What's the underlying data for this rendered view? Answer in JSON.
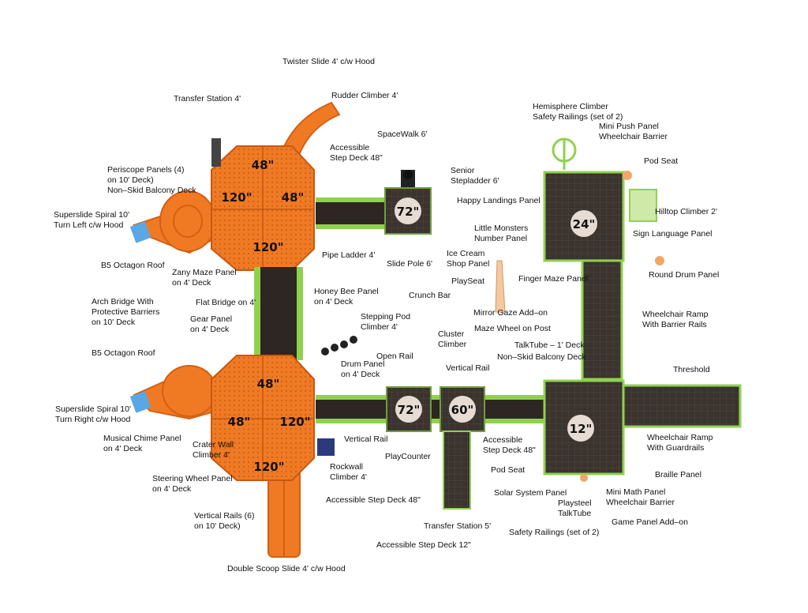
{
  "colors": {
    "orange": "#f07a24",
    "orange_dark": "#d45f12",
    "deck": "#3a332e",
    "rail": "#8fd14f",
    "post": "#5aa7e6",
    "badge": "#e6dcd3"
  },
  "deck_sizes": {
    "top_upper": "48\"",
    "top_left": "120\"",
    "top_right": "48\"",
    "top_lower": "120\"",
    "bot_upper": "48\"",
    "bot_left": "48\"",
    "bot_right": "120\"",
    "bot_lower": "120\"",
    "deck_72_top": "72\"",
    "deck_24": "24\"",
    "deck_72_bot": "72\"",
    "deck_60": "60\"",
    "deck_12": "12\""
  },
  "labels": {
    "twister_slide": "Twister Slide 4' c/w Hood",
    "rudder_climber": "Rudder Climber 4'",
    "transfer_station_4": "Transfer Station 4'",
    "spacewalk": "SpaceWalk 6'",
    "accessible_step_48_top": "Accessible\nStep Deck 48\"",
    "periscope": "Periscope Panels (4)\non 10' Deck)\nNon–Skid Balcony Deck",
    "senior_stepladder": "Senior\nStepladder 6'",
    "happy_landings": "Happy Landings Panel",
    "superslide_left": "Superslide Spiral 10'\nTurn Left c/w Hood",
    "little_monsters": "Little Monsters\nNumber Panel",
    "pipe_ladder": "Pipe Ladder 4'",
    "slide_pole": "Slide Pole 6'",
    "ice_cream": "Ice Cream\nShop Panel",
    "b5_roof_1": "B5 Octagon Roof",
    "zany_maze": "Zany Maze Panel\non 4' Deck",
    "playseat": "PlaySeat",
    "honey_bee": "Honey Bee Panel\non 4' Deck",
    "crunch_bar": "Crunch Bar",
    "arch_bridge": "Arch Bridge With\nProtective Barriers\non 10' Deck",
    "flat_bridge": "Flat Bridge on 4'",
    "mirror_gaze": "Mirror Gaze Add–on",
    "gear_panel": "Gear Panel\non 4' Deck",
    "stepping_pod": "Stepping Pod\nClimber 4'",
    "maze_wheel": "Maze Wheel on Post",
    "cluster_climber": "Cluster\nClimber",
    "b5_roof_2": "B5 Octagon Roof",
    "open_rail": "Open Rail",
    "talktube_1": "TalkTube – 1' Deck",
    "non_skid_balcony_2": "Non–Skid Balcony Deck",
    "drum_panel": "Drum Panel\non 4' Deck",
    "vertical_rail_1": "Vertical Rail",
    "superslide_right": "Superslide Spiral 10'\nTurn Right c/w Hood",
    "musical_chime": "Musical Chime Panel\non 4' Deck",
    "crater_wall": "Crater Wall\nClimber 4'",
    "vertical_rail_2": "Vertical Rail",
    "accessible_step_48_b": "Accessible\nStep Deck 48\"",
    "playcounter": "PlayCounter",
    "rockwall": "Rockwall\nClimber 4'",
    "pod_seat_2": "Pod Seat",
    "steering_wheel": "Steering Wheel Panel\non 4' Deck",
    "solar_system": "Solar System Panel",
    "accessible_step_48_c": "Accessible Step Deck 48\"",
    "playsteel": "Playsteel\nTalkTube",
    "vertical_rails_6": "Vertical Rails (6)\non 10' Deck)",
    "transfer_station_5": "Transfer Station 5'",
    "safety_railings_bot": "Safety Railings (set of 2)",
    "accessible_step_12": "Accessible Step Deck 12\"",
    "double_scoop": "Double Scoop Slide 4' c/w Hood",
    "hemisphere": "Hemisphere Climber\nSafety Railings (set of 2)",
    "mini_push": "Mini Push Panel\nWheelchair Barrier",
    "pod_seat_1": "Pod Seat",
    "hilltop": "Hilltop Climber 2'",
    "sign_language": "Sign Language Panel",
    "finger_maze": "Finger Maze Panel",
    "round_drum": "Round Drum Panel",
    "wheelchair_ramp_barrier": "Wheelchair Ramp\nWith Barrier Rails",
    "threshold": "Threshold",
    "wheelchair_ramp_guard": "Wheelchair Ramp\nWith Guardrails",
    "braille": "Braille Panel",
    "mini_math": "Mini Math Panel\nWheelchair Barrier",
    "game_panel": "Game Panel Add–on"
  }
}
